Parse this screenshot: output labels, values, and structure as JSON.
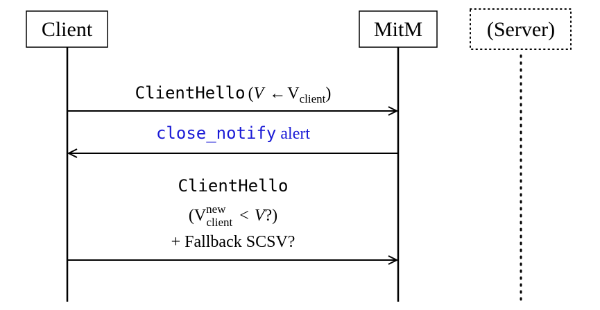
{
  "participants": {
    "client": "Client",
    "mitm": "MitM",
    "server": "(Server)"
  },
  "messages": {
    "m1": {
      "name": "ClientHello",
      "open_paren": "(",
      "var": "V",
      "arrow": "←",
      "value": "V",
      "value_sub": "client",
      "close_paren": ")"
    },
    "m2": {
      "code": "close_notify",
      "text": "alert"
    },
    "m3": {
      "name": "ClientHello",
      "line2_open": "(V",
      "line2_sup": "new",
      "line2_sub": "client",
      "line2_lt": "<",
      "line2_var": "V",
      "line2_close": "?)",
      "line3": "+ Fallback SCSV?"
    }
  },
  "colors": {
    "line": "#000000",
    "code_blue": "#1a1ad6"
  }
}
